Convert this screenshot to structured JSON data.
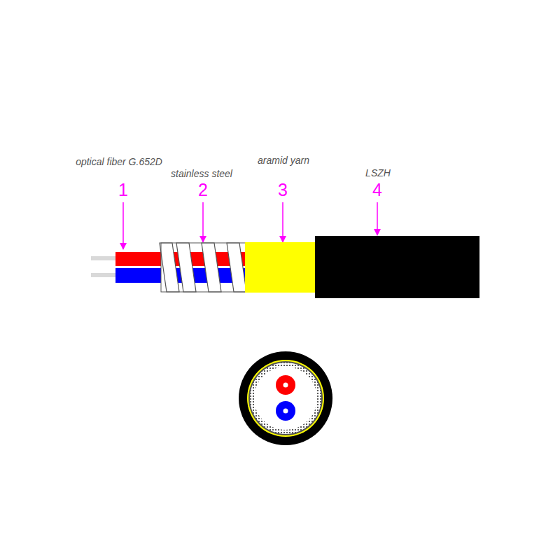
{
  "diagram": {
    "labels": [
      "optical fiber G.652D",
      "1",
      "stainless steel",
      "2",
      "aramid yarn",
      "3",
      "LSZH",
      "4"
    ]
  }
}
